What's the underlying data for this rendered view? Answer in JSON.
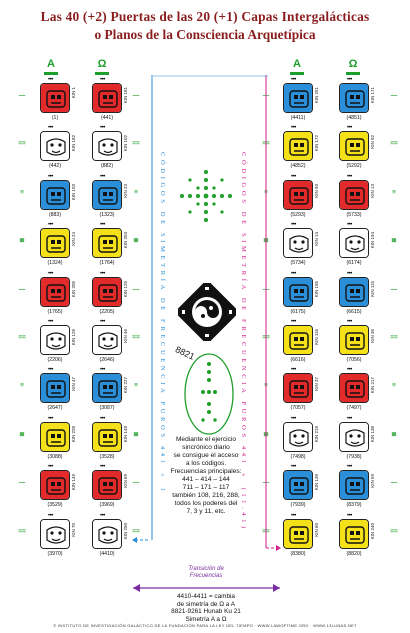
{
  "title": {
    "line1": "Las 40 (+2) Puertas de las 20 (+1) Capas Intergalácticas",
    "line2": "o Planos de la Consciencia Arquetípica"
  },
  "headers": {
    "alpha": "A",
    "omega": "Ω"
  },
  "left_center_text": "CÓDIGOS DE SIMETRÍA DE FRECUENCIA PUROS 441 × 1",
  "right_center_text": "CÓDIGOS DE SIMETRÍA DE FRECUENCIA PUROS 441 × (11.41)",
  "center_note": "Mediante el ejercicio sincrónico diario se consigue el acceso a los códigos. Frecuencias principales: 441 – 414 – 144 711 – 171 – 117 también 108, 216, 288, todos los poderes del 7, 3 y 11, etc.",
  "center_note_lines": [
    "Mediante el ejercicio",
    "sincrónico diario",
    "se consigue el acceso",
    "a los códigos.",
    "Frecuencias principales:",
    "441 – 414 – 144",
    "711 – 171 – 117",
    "también 108, 216, 288,",
    "todos los poderes del",
    "7, 3 y 11, etc."
  ],
  "transition": {
    "heading1": "Transición de",
    "heading2": "Frecuencias",
    "line1": "4410-4411 = cambia",
    "line2": "de simetría de Ω a A",
    "line3": "8821-9261 Hunab Ku 21",
    "line4": "Simetría A a Ω"
  },
  "hunab_number": "8821",
  "footer": "© INSTITUTO DE INVESTIGACIÓN GALÁCTICO DE LA FUNDACIÓN PARA LA LEY DEL TIEMPO · WWW.LAWOFTIME.ORG · WWW.13LUNAS.NET",
  "left_rows": [
    {
      "a_kin": "KIN 1",
      "a_num": "(1)",
      "a_color": "#e22a2a",
      "o_kin": "KIN 181",
      "o_num": "(441)",
      "o_color": "#e22a2a",
      "side": "—"
    },
    {
      "a_kin": "KIN 182",
      "a_num": "(442)",
      "a_color": "#ffffff",
      "o_kin": "KIN 102",
      "o_num": "(882)",
      "o_color": "#ffffff",
      "side": "=="
    },
    {
      "a_kin": "KIN 103",
      "a_num": "(883)",
      "a_color": "#2a8fd8",
      "o_kin": "KIN 23",
      "o_num": "(1323)",
      "o_color": "#2a8fd8",
      "side": "≡"
    },
    {
      "a_kin": "KIN 24",
      "a_num": "(1324)",
      "a_color": "#f4e11a",
      "o_kin": "KIN 204",
      "o_num": "(1764)",
      "o_color": "#f4e11a",
      "side": "≣"
    },
    {
      "a_kin": "KIN 205",
      "a_num": "(1765)",
      "a_color": "#e22a2a",
      "o_kin": "KIN 125",
      "o_num": "(2205)",
      "o_color": "#e22a2a",
      "side": "—"
    },
    {
      "a_kin": "KIN 126",
      "a_num": "(2206)",
      "a_color": "#ffffff",
      "o_kin": "KIN 46",
      "o_num": "(2646)",
      "o_color": "#ffffff",
      "side": "=="
    },
    {
      "a_kin": "KIN 47",
      "a_num": "(2647)",
      "a_color": "#2a8fd8",
      "o_kin": "KIN 227",
      "o_num": "(3087)",
      "o_color": "#2a8fd8",
      "side": "≡"
    },
    {
      "a_kin": "KIN 228",
      "a_num": "(3088)",
      "a_color": "#f4e11a",
      "o_kin": "KIN 148",
      "o_num": "(3528)",
      "o_color": "#f4e11a",
      "side": "≣"
    },
    {
      "a_kin": "KIN 149",
      "a_num": "(3529)",
      "a_color": "#e22a2a",
      "o_kin": "KIN 69",
      "o_num": "(3969)",
      "o_color": "#e22a2a",
      "side": "—"
    },
    {
      "a_kin": "KIN 70",
      "a_num": "(3970)",
      "a_color": "#ffffff",
      "o_kin": "KIN 250",
      "o_num": "(4410)",
      "o_color": "#ffffff",
      "side": "=="
    }
  ],
  "right_rows": [
    {
      "a_kin": "KIN 251",
      "a_num": "(4411)",
      "a_color": "#2a8fd8",
      "o_kin": "KIN 171",
      "o_num": "(4851)",
      "o_color": "#2a8fd8",
      "side": "—"
    },
    {
      "a_kin": "KIN 172",
      "a_num": "(4852)",
      "a_color": "#f4e11a",
      "o_kin": "KIN 92",
      "o_num": "(5292)",
      "o_color": "#f4e11a",
      "side": "=="
    },
    {
      "a_kin": "KIN 93",
      "a_num": "(5293)",
      "a_color": "#e22a2a",
      "o_kin": "KIN 13",
      "o_num": "(5733)",
      "o_color": "#e22a2a",
      "side": "≡"
    },
    {
      "a_kin": "KIN 14",
      "a_num": "(5734)",
      "a_color": "#ffffff",
      "o_kin": "KIN 194",
      "o_num": "(6174)",
      "o_color": "#ffffff",
      "side": "≣"
    },
    {
      "a_kin": "KIN 195",
      "a_num": "(6175)",
      "a_color": "#2a8fd8",
      "o_kin": "KIN 115",
      "o_num": "(6615)",
      "o_color": "#2a8fd8",
      "side": "—"
    },
    {
      "a_kin": "KIN 116",
      "a_num": "(6616)",
      "a_color": "#f4e11a",
      "o_kin": "KIN 36",
      "o_num": "(7056)",
      "o_color": "#f4e11a",
      "side": "=="
    },
    {
      "a_kin": "KIN 37",
      "a_num": "(7057)",
      "a_color": "#e22a2a",
      "o_kin": "KIN 217",
      "o_num": "(7497)",
      "o_color": "#e22a2a",
      "side": "≡"
    },
    {
      "a_kin": "KIN 218",
      "a_num": "(7498)",
      "a_color": "#ffffff",
      "o_kin": "KIN 138",
      "o_num": "(7938)",
      "o_color": "#ffffff",
      "side": "≣"
    },
    {
      "a_kin": "KIN 139",
      "a_num": "(7939)",
      "a_color": "#2a8fd8",
      "o_kin": "KIN 59",
      "o_num": "(8379)",
      "o_color": "#2a8fd8",
      "side": "—"
    },
    {
      "a_kin": "KIN 60",
      "a_num": "(8380)",
      "a_color": "#f4e11a",
      "o_kin": "KIN 240",
      "o_num": "(8820)",
      "o_color": "#f4e11a",
      "side": "=="
    }
  ]
}
